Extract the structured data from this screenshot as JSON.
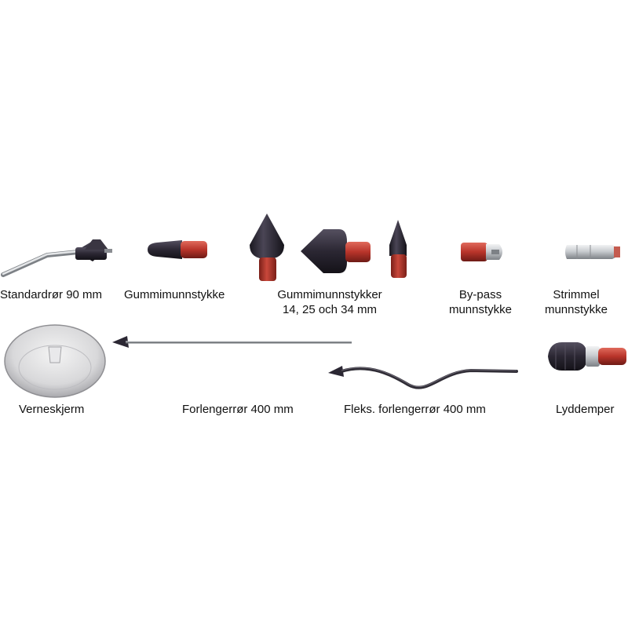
{
  "items": [
    {
      "id": "standard-tube",
      "lines": [
        "Standardrør 90 mm"
      ]
    },
    {
      "id": "rubber-nozzle",
      "lines": [
        "Gummimunnstykke"
      ]
    },
    {
      "id": "rubber-nozzles-set",
      "lines": [
        "Gummimunnstykker",
        "14, 25 och 34 mm"
      ]
    },
    {
      "id": "bypass-nozzle",
      "lines": [
        "By-pass",
        "munnstykke"
      ]
    },
    {
      "id": "strip-nozzle",
      "lines": [
        "Strimmel",
        "munnstykke"
      ]
    },
    {
      "id": "protective-shield",
      "lines": [
        "Verneskjerm"
      ]
    },
    {
      "id": "extension-tube",
      "lines": [
        "Forlengerrør 400 mm"
      ]
    },
    {
      "id": "flex-extension-tube",
      "lines": [
        "Fleks. forlengerrør 400 mm"
      ]
    },
    {
      "id": "silencer",
      "lines": [
        "Lyddemper"
      ]
    }
  ],
  "colors": {
    "rubber_black": "#2b2733",
    "rubber_red": "#b8342a",
    "metal": "#b9bcc0",
    "background": "#ffffff"
  }
}
